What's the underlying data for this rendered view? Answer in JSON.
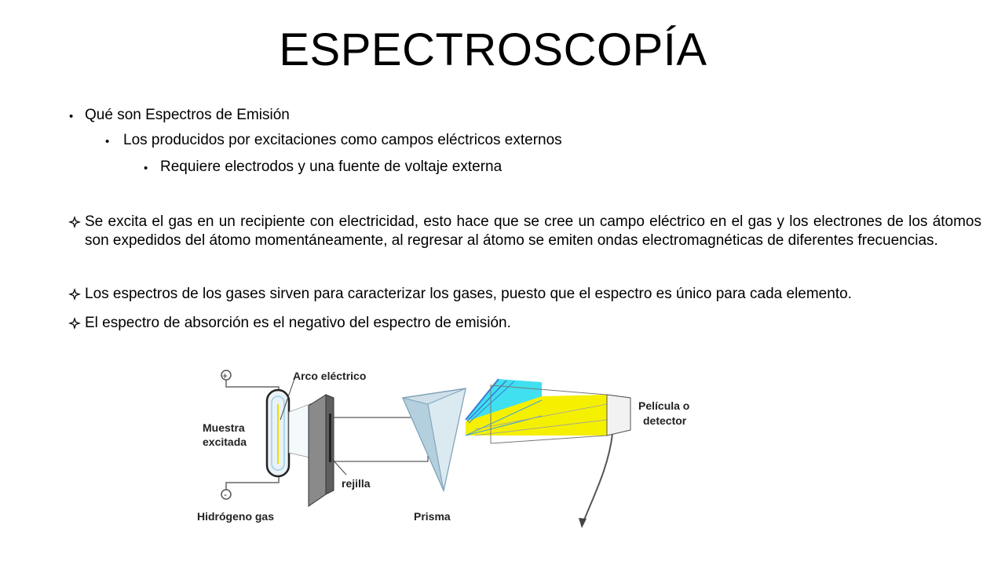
{
  "slide": {
    "title": "ESPECTROSCOPÍA",
    "bullets": [
      "Qué son Espectros de Emisión",
      "Los producidos por excitaciones como campos eléctricos externos",
      "Requiere electrodos y una fuente de voltaje externa"
    ],
    "paragraphs": [
      "Se excita el gas en un recipiente con electricidad, esto hace que se cree un campo eléctrico en el gas y los electrones de los átomos son expedidos del átomo momentáneamente, al regresar al átomo  se emiten ondas electromagnéticas de diferentes frecuencias.",
      "Los espectros de los gases sirven para caracterizar los gases, puesto que el espectro es único para cada elemento.",
      "El espectro de absorción es el negativo del espectro de emisión."
    ]
  },
  "diagram": {
    "labels": {
      "arco": "Arco eléctrico",
      "muestra_1": "Muestra",
      "muestra_2": "excitada",
      "rejilla": "rejilla",
      "prisma": "Prisma",
      "hidrogeno": "Hidrógeno gas",
      "pelicula_1": "Película o",
      "pelicula_2": "detector",
      "plus": "+",
      "minus": "-"
    },
    "colors": {
      "cyan": "#40e0f0",
      "yellow": "#f5f000",
      "blue": "#3a7ad8",
      "prism": "#c8dde8",
      "slit_plate": "#888888"
    }
  }
}
